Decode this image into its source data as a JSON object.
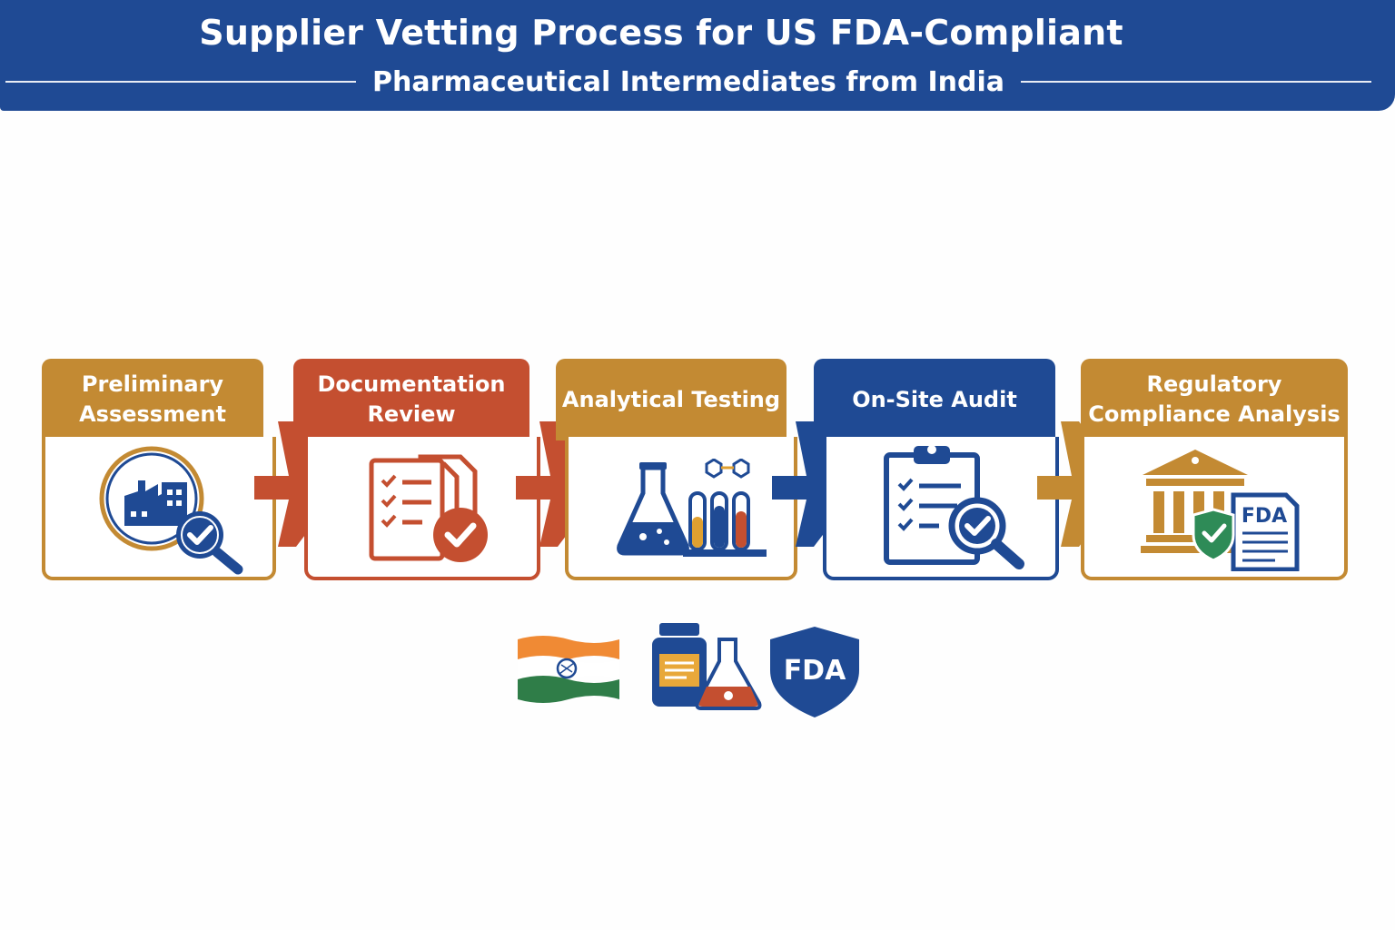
{
  "header": {
    "title": "Supplier Vetting Process for US FDA-Compliant",
    "subtitle": "Pharmaceutical Intermediates from India"
  },
  "steps": [
    {
      "label": "Preliminary Assessment",
      "color": "#c38a33",
      "icon": "factory-magnifier-icon"
    },
    {
      "label": "Documentation Review",
      "color": "#c44f30",
      "icon": "documents-checklist-icon"
    },
    {
      "label": "Analytical Testing",
      "color": "#c38a33",
      "icon": "lab-flask-test-tubes-icon"
    },
    {
      "label": "On-Site Audit",
      "color": "#1f4a94",
      "icon": "clipboard-magnifier-icon"
    },
    {
      "label": "Regulatory Compliance Analysis",
      "color": "#c38a33",
      "icon": "government-building-fda-document-icon"
    }
  ],
  "bottom_icons": {
    "flag": "india-flag-icon",
    "medicine": "medicine-bottle-flask-icon",
    "shield_text": "FDA"
  },
  "icon_texts": {
    "fda_doc": "FDA"
  }
}
